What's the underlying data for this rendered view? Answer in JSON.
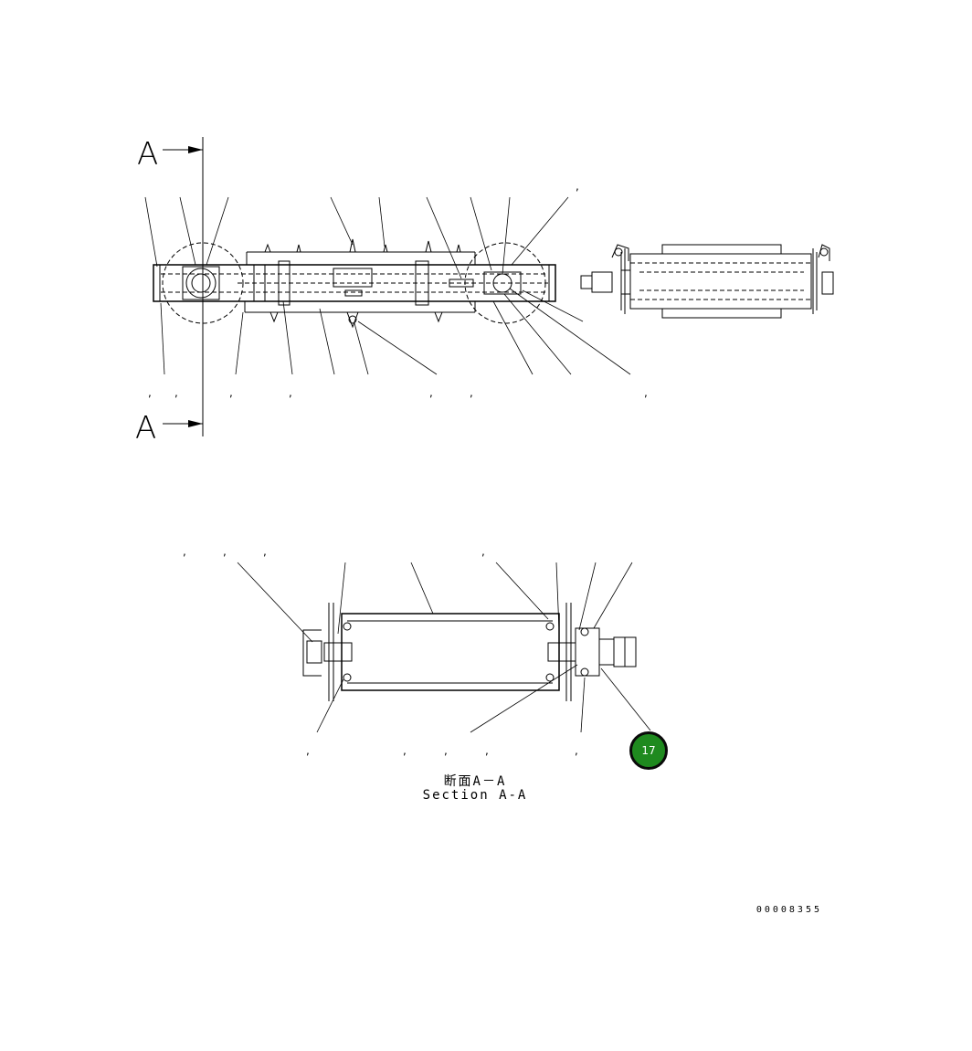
{
  "section_marker": {
    "top_letter": "A",
    "bottom_letter": "A"
  },
  "callout_commas": ",",
  "caption": {
    "japanese": "断面A－A",
    "english": "Section A-A"
  },
  "doc_number": "00008355",
  "badge": {
    "label": "17",
    "color": "#1f8a1f"
  }
}
